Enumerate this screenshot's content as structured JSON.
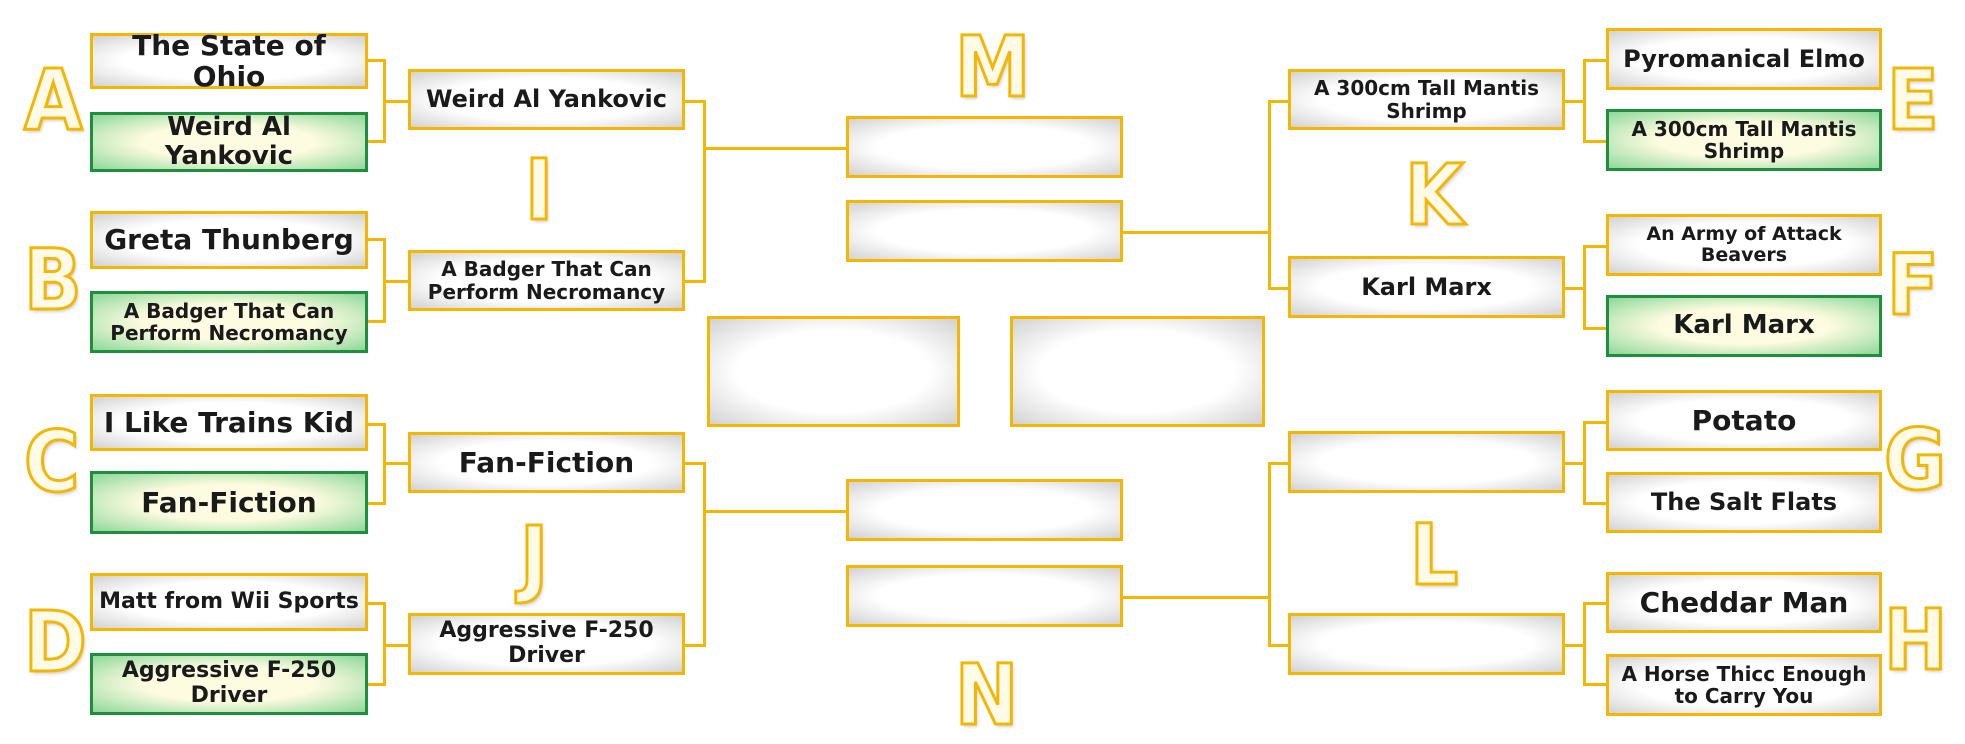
{
  "groups": [
    {
      "letter": "A",
      "entries": [
        "The State of Ohio",
        "Weird Al Yankovic"
      ],
      "winner_index": 1
    },
    {
      "letter": "B",
      "entries": [
        "Greta Thunberg",
        "A Badger That Can Perform Necromancy"
      ],
      "winner_index": 1
    },
    {
      "letter": "C",
      "entries": [
        "I Like Trains Kid",
        "Fan-Fiction"
      ],
      "winner_index": 1
    },
    {
      "letter": "D",
      "entries": [
        "Matt from Wii Sports",
        "Aggressive F-250 Driver"
      ],
      "winner_index": 1
    },
    {
      "letter": "E",
      "entries": [
        "Pyromanical Elmo",
        "A 300cm Tall Mantis Shrimp"
      ],
      "winner_index": 1
    },
    {
      "letter": "F",
      "entries": [
        "An Army of Attack Beavers",
        "Karl Marx"
      ],
      "winner_index": 1
    },
    {
      "letter": "G",
      "entries": [
        "Potato",
        "The Salt Flats"
      ],
      "winner_index": null
    },
    {
      "letter": "H",
      "entries": [
        "Cheddar Man",
        "A Horse Thicc Enough to Carry You"
      ],
      "winner_index": null
    }
  ],
  "round2": [
    {
      "letter": "I",
      "entries": [
        "Weird Al Yankovic",
        "A Badger That Can Perform Necromancy"
      ]
    },
    {
      "letter": "J",
      "entries": [
        "Fan-Fiction",
        "Aggressive F-250 Driver"
      ]
    },
    {
      "letter": "K",
      "entries": [
        "A 300cm Tall Mantis Shrimp",
        "Karl Marx"
      ]
    },
    {
      "letter": "L",
      "entries": [
        "",
        ""
      ]
    }
  ],
  "semifinals": [
    {
      "letter": "M",
      "entries": [
        "",
        ""
      ]
    },
    {
      "letter": "N",
      "entries": [
        "",
        ""
      ]
    }
  ],
  "final": {
    "entries": [
      "",
      ""
    ]
  },
  "colors": {
    "border": "#f2b705",
    "winner_border": "#1f8f3e",
    "winner_fill": "#8ed89a",
    "letter_fill": "#fffbe8"
  }
}
